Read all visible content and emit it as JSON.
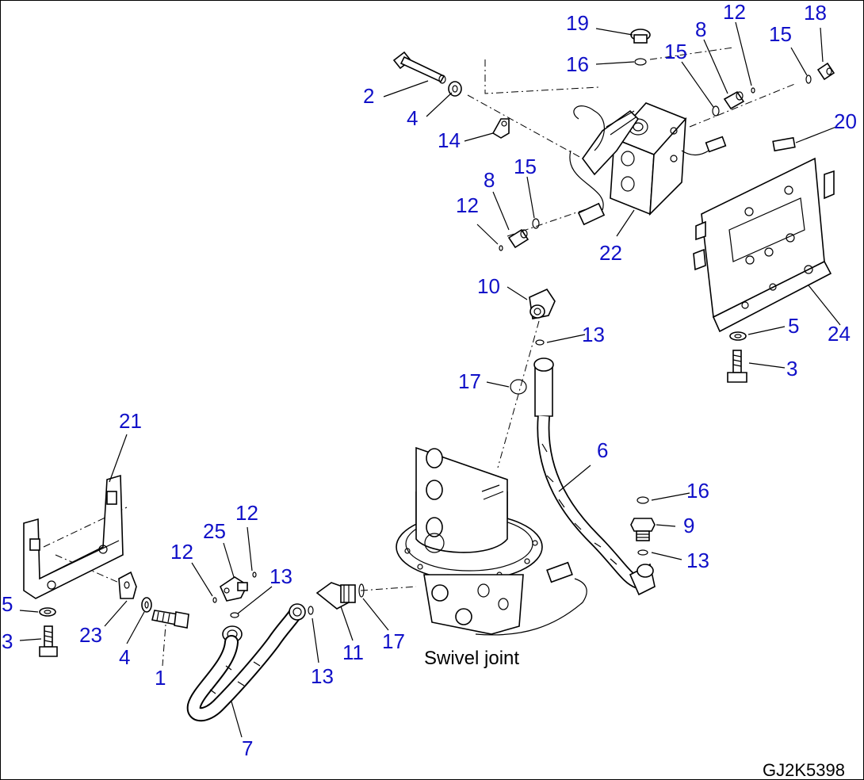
{
  "callouts": [
    {
      "label": "1"
    },
    {
      "label": "2"
    },
    {
      "label": "3"
    },
    {
      "label": "3"
    },
    {
      "label": "4"
    },
    {
      "label": "4"
    },
    {
      "label": "5"
    },
    {
      "label": "5"
    },
    {
      "label": "6"
    },
    {
      "label": "7"
    },
    {
      "label": "8"
    },
    {
      "label": "8"
    },
    {
      "label": "9"
    },
    {
      "label": "10"
    },
    {
      "label": "11"
    },
    {
      "label": "12"
    },
    {
      "label": "12"
    },
    {
      "label": "12"
    },
    {
      "label": "12"
    },
    {
      "label": "13"
    },
    {
      "label": "13"
    },
    {
      "label": "13"
    },
    {
      "label": "13"
    },
    {
      "label": "14"
    },
    {
      "label": "15"
    },
    {
      "label": "15"
    },
    {
      "label": "15"
    },
    {
      "label": "16"
    },
    {
      "label": "16"
    },
    {
      "label": "17"
    },
    {
      "label": "17"
    },
    {
      "label": "18"
    },
    {
      "label": "19"
    },
    {
      "label": "20"
    },
    {
      "label": "21"
    },
    {
      "label": "22"
    },
    {
      "label": "23"
    },
    {
      "label": "24"
    },
    {
      "label": "25"
    }
  ],
  "caption": "Swivel joint",
  "drawing_code": "GJ2K5398",
  "colors": {
    "callout": "#1010c8",
    "line": "#000000",
    "background": "#ffffff"
  }
}
